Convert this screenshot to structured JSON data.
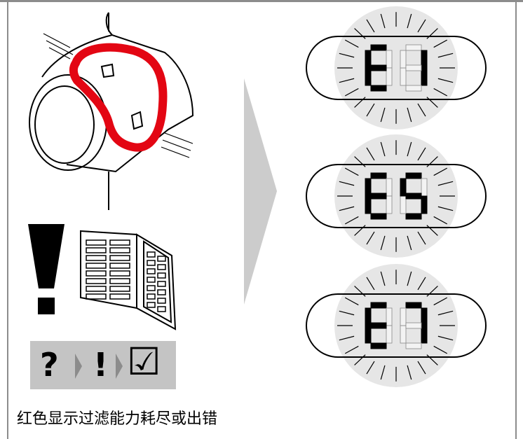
{
  "caption": "红色显示过滤能力耗尽或出错",
  "error_codes": [
    "E1",
    "E5",
    "E7"
  ],
  "icons": [
    "filter-cartridge-icon",
    "exclamation-icon",
    "manual-icon",
    "arrow-right-icon",
    "question-icon",
    "checkbox-checked-icon"
  ],
  "troubleshoot_symbols": {
    "question": "?",
    "exclamation": "!",
    "check": "☑"
  },
  "colors": {
    "highlight": "#e30613",
    "arrow": "#cccccc",
    "frame": "#8c8c8c",
    "symbol_bar": "#c4c4c4"
  }
}
